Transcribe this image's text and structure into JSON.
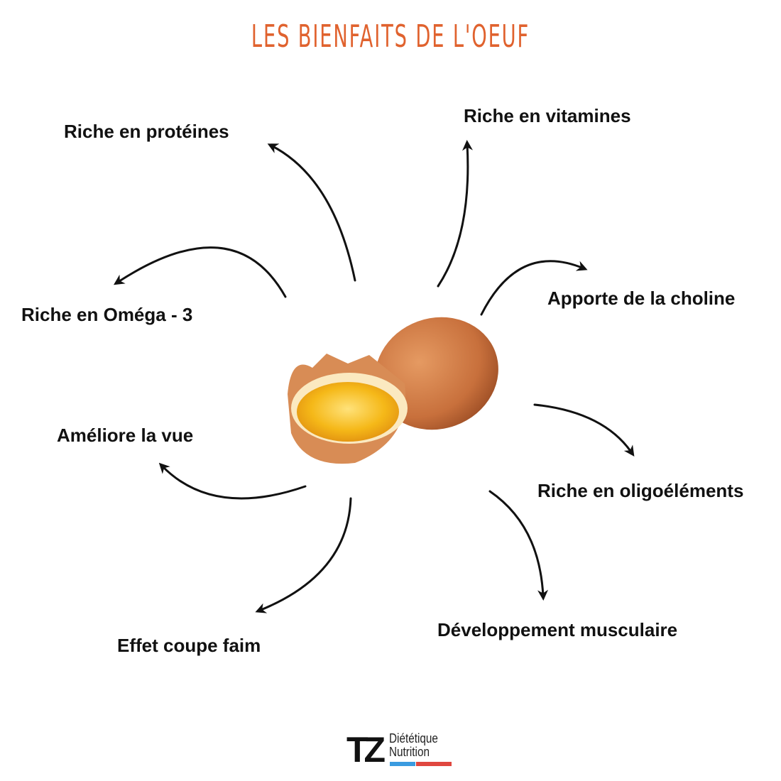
{
  "title": "LES BIENFAITS DE L'OEUF",
  "benefits": [
    "Riche en protéines",
    "Riche en vitamines",
    "Apporte de la choline",
    "Riche en Oméga - 3",
    "Améliore la vue",
    "Riche en oligoéléments",
    "Développement musculaire",
    "Effet coupe faim"
  ],
  "logo": {
    "mark": "TZ",
    "line1": "Diététique",
    "line2": "Nutrition"
  },
  "colors": {
    "title": "#e0622e",
    "arrow": "#111111",
    "shell": "#c8703c",
    "yolk": "#f2b216"
  }
}
